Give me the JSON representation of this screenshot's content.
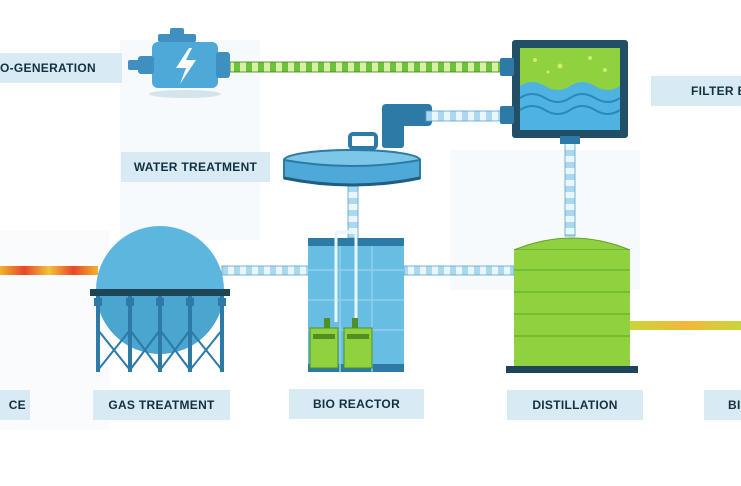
{
  "labels": {
    "cogeneration": "CO-GENERATION",
    "filter": "FILTER B",
    "water_treatment": "WATER TREATMENT",
    "source": "CE",
    "gas_treatment": "GAS TREATMENT",
    "bio_reactor": "BIO REACTOR",
    "distillation": "DISTILLATION",
    "biofuel": "BI"
  },
  "icons": {
    "engine": "engine-bolt-icon"
  },
  "colors": {
    "label_bg": "#d8eaf4",
    "label_text": "#14303f",
    "tank_blue": "#5fb6dc",
    "tank_green": "#8fd13f",
    "pipe_blue": "#9ed1ec",
    "pipe_green": "#7fcf3c",
    "pipe_orange": "#f09a2a",
    "frame_dark": "#1e4457"
  }
}
